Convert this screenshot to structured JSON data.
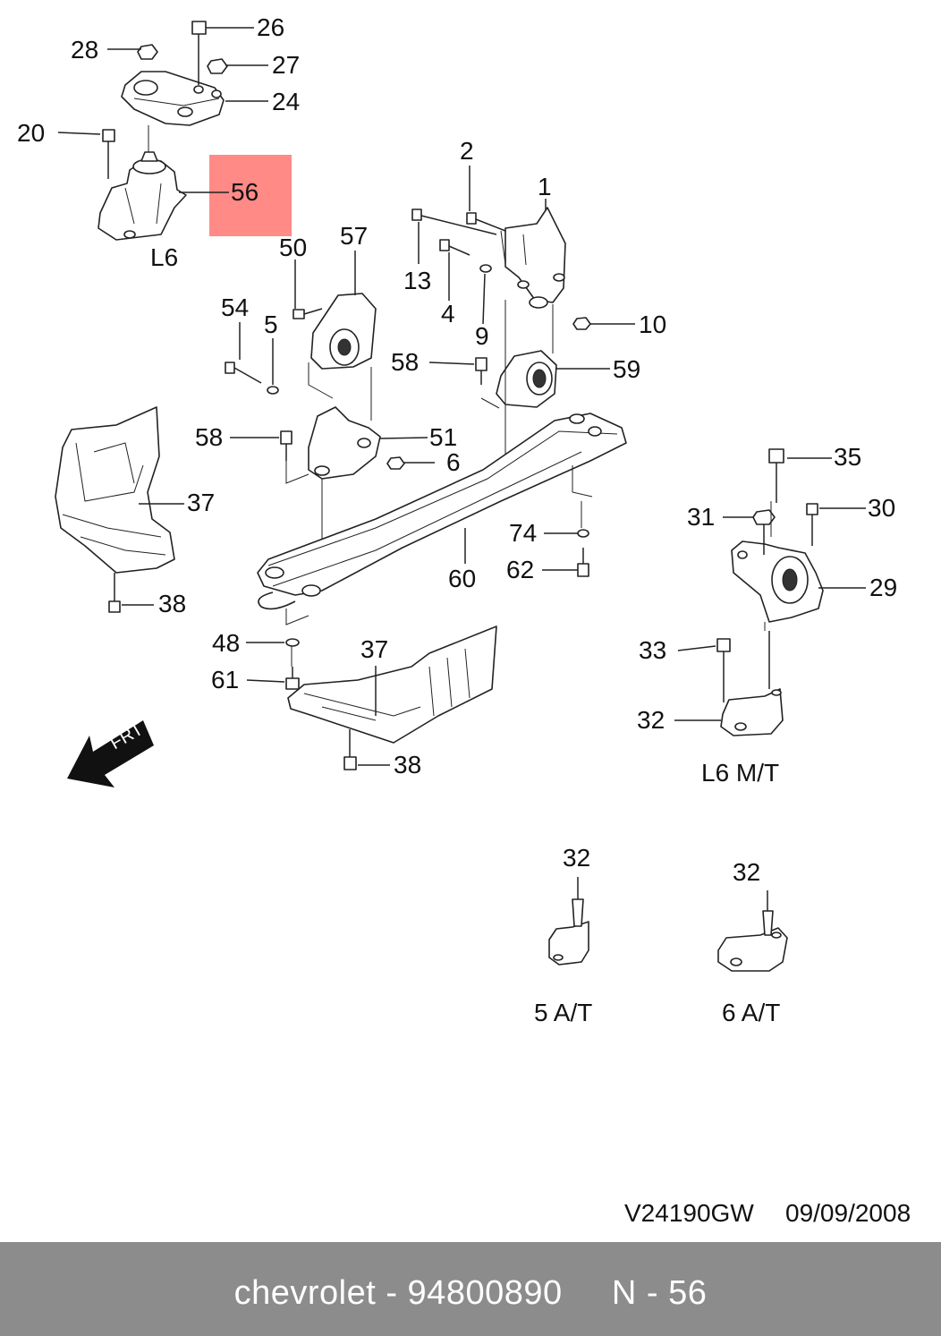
{
  "diagram_code": "V24190GW",
  "diagram_date": "09/09/2008",
  "captions": {
    "top_left": "L6",
    "right_mt": "L6 M/T",
    "at5": "5 A/T",
    "at6": "6 A/T"
  },
  "arrow_label": "FRT",
  "highlight_color": "#ff8a86",
  "footer": {
    "brand": "chevrolet",
    "part_number": "94800890",
    "ref": "N - 56",
    "text": "chevrolet - 94800890     N - 56",
    "background": "#8c8c8c"
  },
  "callouts": {
    "c26": "26",
    "c28": "28",
    "c27": "27",
    "c24": "24",
    "c20": "20",
    "c56": "56",
    "c2": "2",
    "c1": "1",
    "c50": "50",
    "c57": "57",
    "c13": "13",
    "c4": "4",
    "c9": "9",
    "c10": "10",
    "c54": "54",
    "c5": "5",
    "c58a": "58",
    "c59": "59",
    "c58b": "58",
    "c51": "51",
    "c6": "6",
    "c35": "35",
    "c37a": "37",
    "c31": "31",
    "c30": "30",
    "c74": "74",
    "c38a": "38",
    "c62": "62",
    "c60": "60",
    "c29": "29",
    "c48": "48",
    "c37b": "37",
    "c33": "33",
    "c61": "61",
    "c32a": "32",
    "c38b": "38",
    "c32b": "32",
    "c32c": "32"
  }
}
